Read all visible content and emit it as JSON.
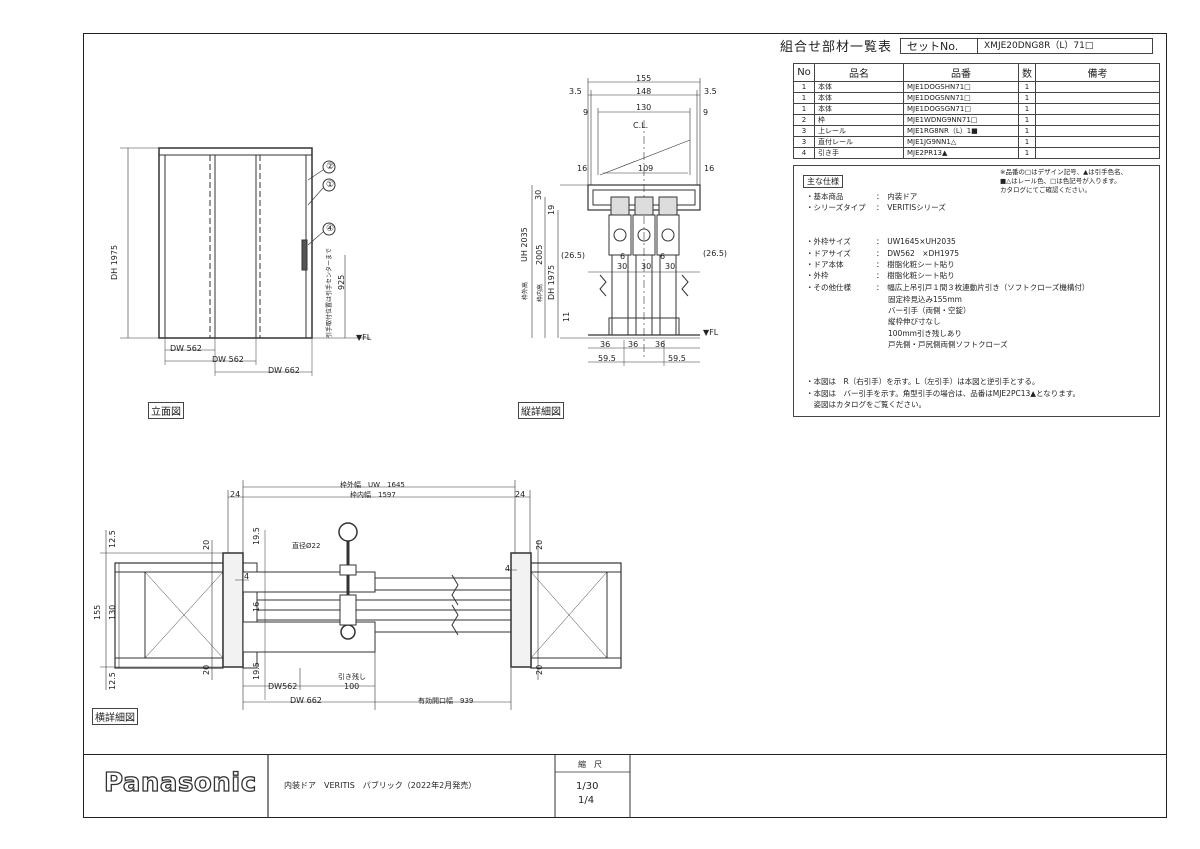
{
  "header": {
    "title": "組合せ部材一覧表",
    "set_label": "セットNo.",
    "set_no": "XMJE20DNG8R（L）71□"
  },
  "parts_table": {
    "headers": [
      "No",
      "品名",
      "品番",
      "数",
      "備考"
    ],
    "rows": [
      {
        "no": "1",
        "name": "本体",
        "code": "MJE1DOGSHN71□",
        "qty": "1",
        "note": ""
      },
      {
        "no": "1",
        "name": "本体",
        "code": "MJE1DOGSNN71□",
        "qty": "1",
        "note": ""
      },
      {
        "no": "1",
        "name": "本体",
        "code": "MJE1DOGSGN71□",
        "qty": "1",
        "note": ""
      },
      {
        "no": "2",
        "name": "枠",
        "code": "MJE1WDNG9NN71□",
        "qty": "1",
        "note": ""
      },
      {
        "no": "3",
        "name": "上レール",
        "code": "MJE1RG8NR（L）1■",
        "qty": "1",
        "note": ""
      },
      {
        "no": "3",
        "name": "直付レール",
        "code": "MJE1JG9NN1△",
        "qty": "1",
        "note": ""
      },
      {
        "no": "4",
        "name": "引き手",
        "code": "MJE2PR13▲",
        "qty": "1",
        "note": ""
      }
    ],
    "footnote_lines": [
      "※品番の□はデザイン記号、▲は引手色名、",
      "■△はレール色、□は色記号が入ります。",
      "カタログにてご確認ください。"
    ]
  },
  "spec": {
    "heading": "主な仕様",
    "items": [
      {
        "label": "・基本商品",
        "value": "：　内装ドア"
      },
      {
        "label": "・シリーズタイプ",
        "value": "：　VERITISシリーズ"
      },
      {
        "label": "・外枠サイズ",
        "value": "：　UW1645×UH2035"
      },
      {
        "label": "・ドアサイズ",
        "value": "：　DW562　×DH1975"
      },
      {
        "label": "・ドア本体",
        "value": "：　樹脂化粧シート貼り"
      },
      {
        "label": "・外枠",
        "value": "：　樹脂化粧シート貼り"
      },
      {
        "label": "・その他仕様",
        "value": "：　幅広上吊引戸１間３枚連動片引き（ソフトクローズ機構付）"
      }
    ],
    "extra_lines": [
      "固定枠見込み155mm",
      "バー引手（両側・空錠）",
      "縦枠伸び寸なし",
      "100mm引き残しあり",
      "戸先側・戸尻側両側ソフトクローズ"
    ],
    "notes": [
      "・本図は　R（右引手）を示す。L（左引手）は本図と逆引手とする。",
      "・本図は　バー引手を示す。角型引手の場合は、品番はMJE2PC13▲となります。",
      "　姿図はカタログをご覧ください。"
    ]
  },
  "elevation": {
    "caption": "立面図",
    "dh": "DH 1975",
    "dw1": "DW 562",
    "dw2": "DW 562",
    "dw3": "DW 662",
    "h925": "925",
    "fl": "▼FL",
    "circle_labels": [
      "②",
      "①",
      "④"
    ],
    "side_note": "引手取付位置は引手センターまで"
  },
  "section": {
    "caption": "縦詳細図",
    "dims": {
      "d155": "155",
      "d148": "148",
      "d130": "130",
      "d35a": "3.5",
      "d35b": "3.5",
      "d9a": "9",
      "d9b": "9",
      "cl": "C.L.",
      "d16a": "16",
      "d109": "109",
      "d16b": "16",
      "d30": "30",
      "d19": "19",
      "d265a": "(26.5)",
      "d265b": "(26.5)",
      "uh": "UH 2035",
      "h2005": "2005",
      "dh": "DH 1975",
      "d6a": "6",
      "d6b": "6",
      "d30a": "30",
      "d30b": "30",
      "d30c": "30",
      "d11": "11",
      "d36a": "36",
      "d36b": "36",
      "d36c": "36",
      "d595a": "59.5",
      "d595b": "59.5",
      "label_outer": "枠外高",
      "label_inner": "枠内高",
      "fl": "▼FL"
    }
  },
  "plan": {
    "caption": "横詳細図",
    "uw": "枠外幅　UW　1645",
    "inner": "枠内幅　1597",
    "d24a": "24",
    "d24b": "24",
    "d125a": "12.5",
    "d125b": "12.5",
    "d155": "155",
    "d130": "130",
    "d20a": "20",
    "d20b": "20",
    "d20c": "20",
    "d20d": "20",
    "d195a": "19.5",
    "d195b": "19.5",
    "d16": "16",
    "d4a": "4",
    "d4b": "4",
    "pipe": "直径Ø22",
    "leave": "引き残し",
    "leave_val": "100",
    "dw562": "DW562",
    "dw662": "DW 662",
    "opening": "有効開口幅　939"
  },
  "footer": {
    "logo": "Panasonic",
    "product": "内装ドア　VERITIS　パブリック（2022年2月発売）",
    "scale_label": "縮　尺",
    "scale1": "1/30",
    "scale2": "1/4"
  }
}
